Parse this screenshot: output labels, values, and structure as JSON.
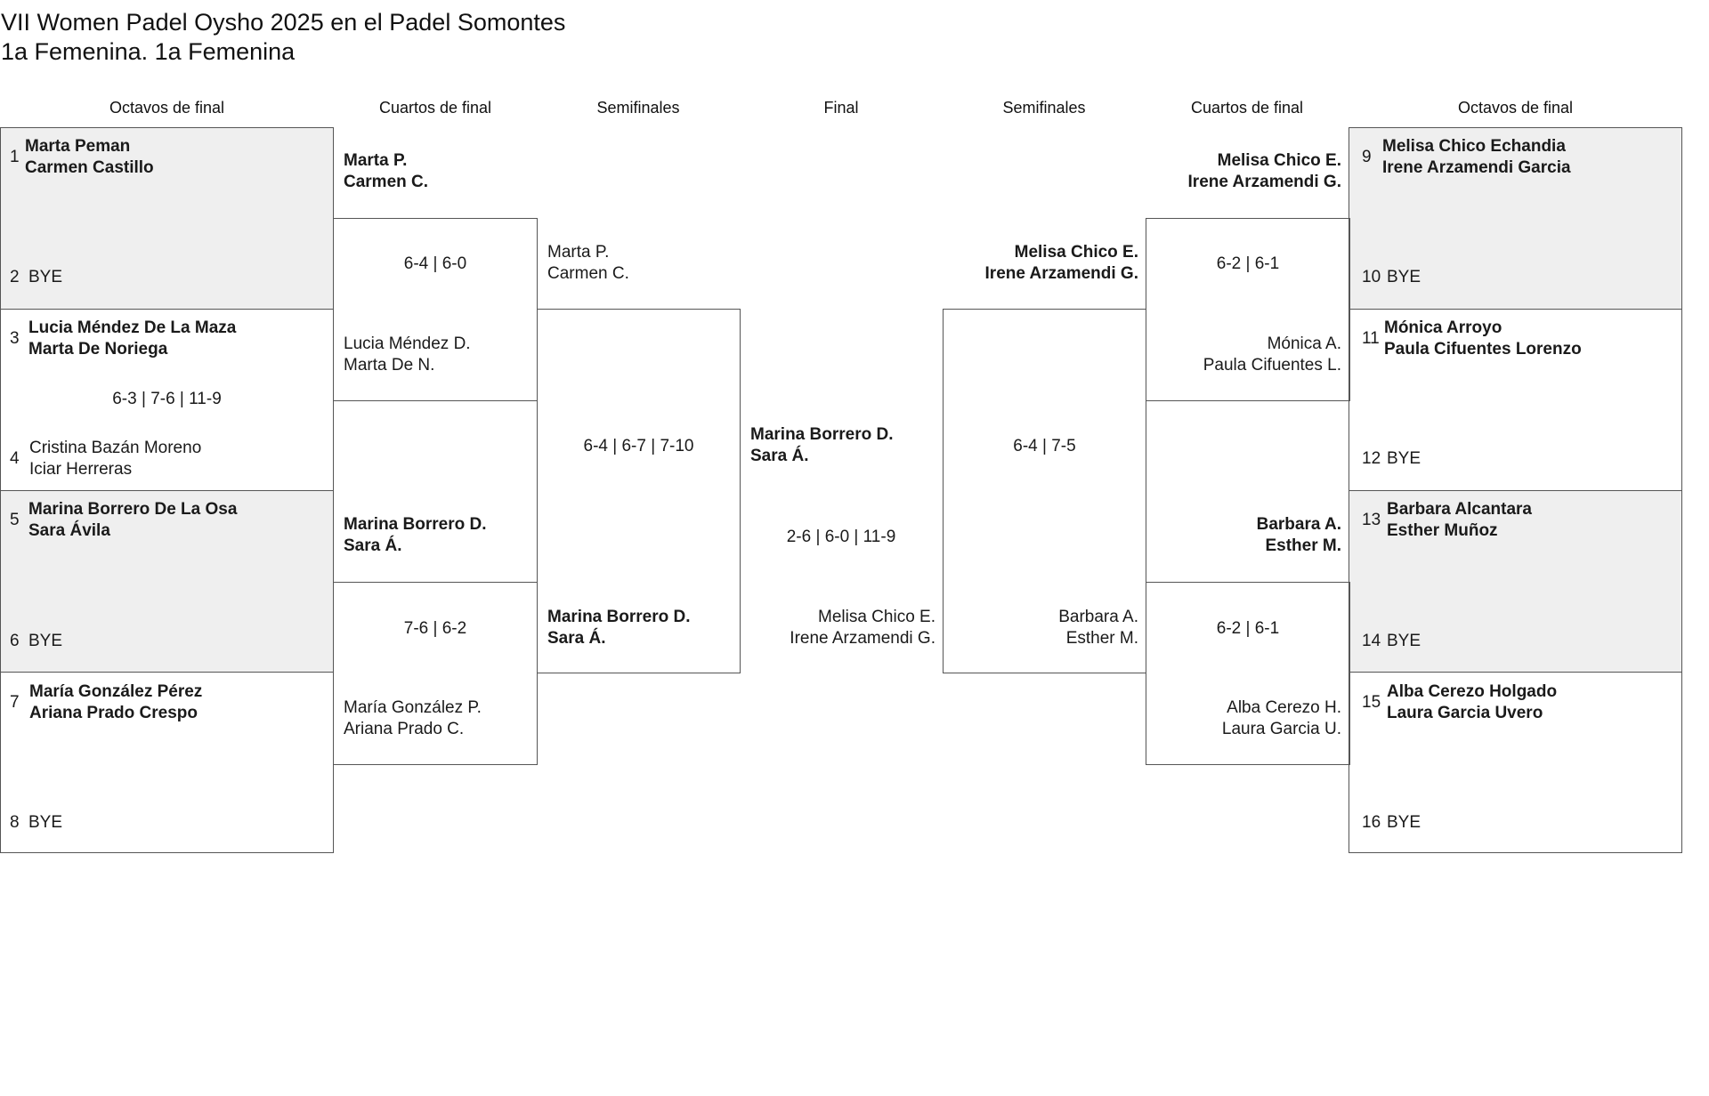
{
  "title": "VII Women Padel Oysho 2025 en el Padel Somontes",
  "subtitle": "1a Femenina. 1a Femenina",
  "headers": {
    "r16_left": "Octavos de final",
    "qf_left": "Cuartos de final",
    "sf_left": "Semifinales",
    "final": "Final",
    "sf_right": "Semifinales",
    "qf_right": "Cuartos de final",
    "r16_right": "Octavos de final"
  },
  "r16": {
    "e1": {
      "seed": "1",
      "p1": "Marta Peman",
      "p2": "Carmen Castillo"
    },
    "e2": {
      "seed": "2",
      "p1": "BYE"
    },
    "e3": {
      "seed": "3",
      "p1": "Lucia Méndez De La Maza",
      "p2": "Marta De Noriega"
    },
    "s34": "6-3 | 7-6 | 11-9",
    "e4": {
      "seed": "4",
      "p1": "Cristina Bazán Moreno",
      "p2": "Iciar Herreras"
    },
    "e5": {
      "seed": "5",
      "p1": "Marina Borrero De La Osa",
      "p2": "Sara Ávila"
    },
    "e6": {
      "seed": "6",
      "p1": "BYE"
    },
    "e7": {
      "seed": "7",
      "p1": "María González Pérez",
      "p2": "Ariana Prado Crespo"
    },
    "e8": {
      "seed": "8",
      "p1": "BYE"
    },
    "e9": {
      "seed": "9",
      "p1": "Melisa Chico Echandia",
      "p2": "Irene Arzamendi Garcia"
    },
    "e10": {
      "seed": "10",
      "p1": "BYE"
    },
    "e11": {
      "seed": "11",
      "p1": "Mónica Arroyo",
      "p2": "Paula Cifuentes Lorenzo"
    },
    "e12": {
      "seed": "12",
      "p1": "BYE"
    },
    "e13": {
      "seed": "13",
      "p1": "Barbara Alcantara",
      "p2": "Esther Muñoz"
    },
    "e14": {
      "seed": "14",
      "p1": "BYE"
    },
    "e15": {
      "seed": "15",
      "p1": "Alba Cerezo Holgado",
      "p2": "Laura Garcia Uvero"
    },
    "e16": {
      "seed": "16",
      "p1": "BYE"
    }
  },
  "qf_left": {
    "m1a": {
      "p1": "Marta P.",
      "p2": "Carmen C."
    },
    "m1s": "6-4 | 6-0",
    "m1b": {
      "p1": "Lucia Méndez D.",
      "p2": "Marta De N."
    },
    "m2a": {
      "p1": "Marina Borrero D.",
      "p2": "Sara Á."
    },
    "m2s": "7-6 | 6-2",
    "m2b": {
      "p1": "María González P.",
      "p2": "Ariana Prado C."
    }
  },
  "sf_left": {
    "a": {
      "p1": "Marta P.",
      "p2": "Carmen C."
    },
    "s": "6-4 | 6-7 | 7-10",
    "b": {
      "p1": "Marina Borrero D.",
      "p2": "Sara Á."
    }
  },
  "final": {
    "a": {
      "p1": "Marina Borrero D.",
      "p2": "Sara Á."
    },
    "s": "2-6 | 6-0 | 11-9",
    "b": {
      "p1": "Melisa Chico E.",
      "p2": "Irene Arzamendi G."
    }
  },
  "sf_right": {
    "a": {
      "p1": "Melisa Chico E.",
      "p2": "Irene Arzamendi G."
    },
    "s": "6-4 | 7-5",
    "b": {
      "p1": "Barbara A.",
      "p2": "Esther M."
    }
  },
  "qf_right": {
    "m1a": {
      "p1": "Melisa Chico E.",
      "p2": "Irene Arzamendi G."
    },
    "m1s": "6-2 | 6-1",
    "m1b": {
      "p1": "Mónica A.",
      "p2": "Paula Cifuentes L."
    },
    "m2a": {
      "p1": "Barbara A.",
      "p2": "Esther M."
    },
    "m2s": "6-2 | 6-1",
    "m2b": {
      "p1": "Alba Cerezo H.",
      "p2": "Laura Garcia U."
    }
  }
}
